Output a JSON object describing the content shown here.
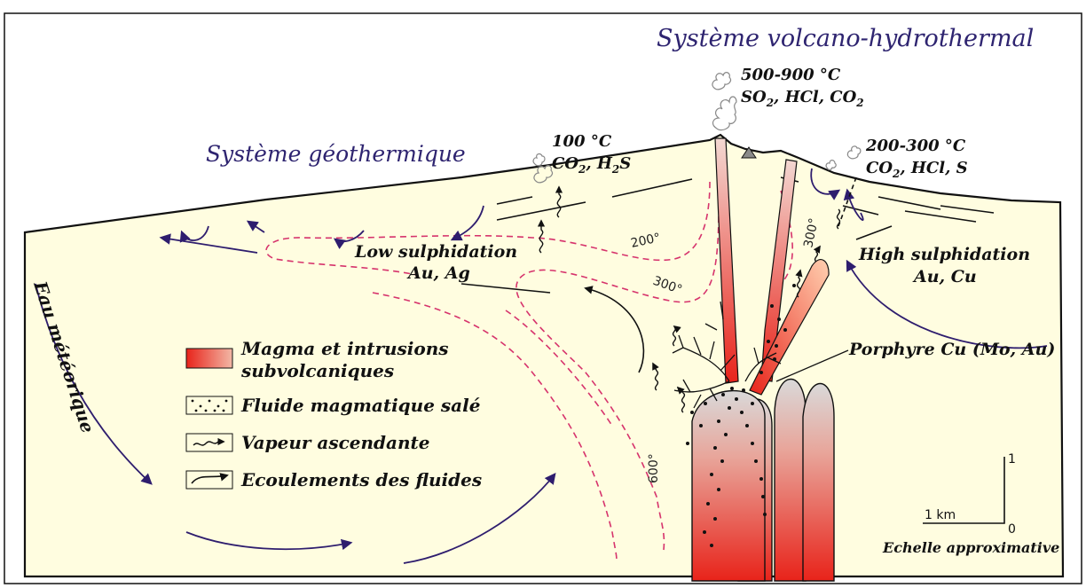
{
  "titles": {
    "volcano": "Système volcano-hydrothermal",
    "geo": "Système géothermique"
  },
  "labels": {
    "vent_left": {
      "temp": "100 °C",
      "gas": [
        "CO",
        "2",
        ", H",
        "2",
        "S"
      ]
    },
    "vent_top": {
      "temp": "500-900 °C",
      "gas": [
        "SO",
        "2",
        ", HCl, CO",
        "2"
      ]
    },
    "vent_right": {
      "temp": "200-300 °C",
      "gas": [
        "CO",
        "2",
        ", HCl, S"
      ]
    },
    "low_sulph": {
      "line1": "Low sulphidation",
      "line2": "Au, Ag"
    },
    "high_sulph": {
      "line1": "High sulphidation",
      "line2": "Au, Cu"
    },
    "porphyre": "Porphyre Cu (Mo, Au)",
    "eau": "Eau météorique"
  },
  "isotherms": {
    "t200": "200°",
    "t300a": "300°",
    "t300b": "300°",
    "t600": "600°"
  },
  "legend": [
    {
      "icon": "magma-swatch-icon",
      "lines": [
        "Magma et intrusions",
        "subvolcaniques"
      ]
    },
    {
      "icon": "dots-swatch-icon",
      "lines": [
        "Fluide magmatique salé"
      ]
    },
    {
      "icon": "wavy-arrow-icon",
      "lines": [
        "Vapeur ascendante"
      ]
    },
    {
      "icon": "curved-arrow-icon",
      "lines": [
        "Ecoulements des fluides"
      ]
    }
  ],
  "scale": {
    "km": "1 km",
    "top": "1",
    "zero": "0",
    "caption": "Echelle approximative"
  },
  "colors": {
    "title": "#2e2470",
    "ground": "#fffde0",
    "isotherm": "#d6336c",
    "magma": "#e8231a",
    "arrow": "#2e1d6e"
  }
}
